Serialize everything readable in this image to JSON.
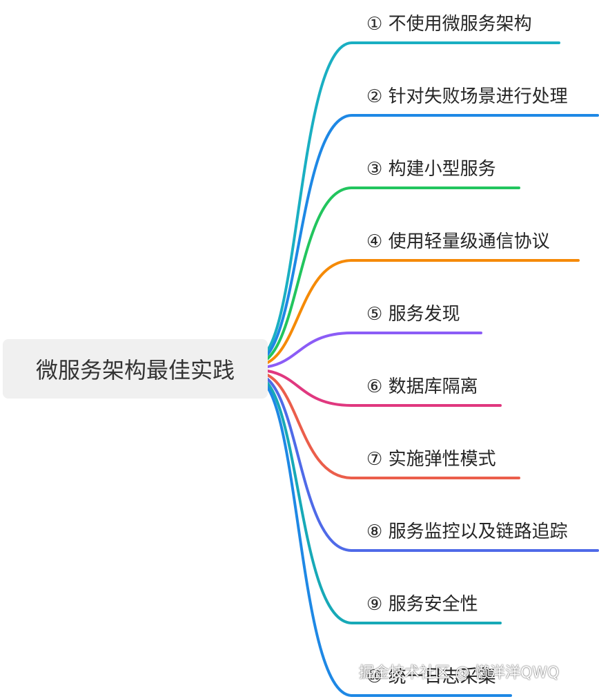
{
  "root": {
    "label": "微服务架构最佳实践"
  },
  "branches": [
    {
      "label": "① 不使用微服务架构",
      "color": "#1aafc2"
    },
    {
      "label": "② 针对失败场景进行处理",
      "color": "#1e88e5"
    },
    {
      "label": "③ 构建小型服务",
      "color": "#22c55e"
    },
    {
      "label": "④ 使用轻量级通信协议",
      "color": "#f58a07"
    },
    {
      "label": "⑤ 服务发现",
      "color": "#8b5cf6"
    },
    {
      "label": "⑥ 数据库隔离",
      "color": "#e0387f"
    },
    {
      "label": "⑦ 实施弹性模式",
      "color": "#eb5e4b"
    },
    {
      "label": "⑧ 服务监控以及链路追踪",
      "color": "#4f6ae8"
    },
    {
      "label": "⑨ 服务安全性",
      "color": "#17a9b7"
    },
    {
      "label": "⑩ 统一日志采集",
      "color": "#1e88e5"
    }
  ],
  "watermark": "掘金技术社区 @ 懒洋洋QWQ"
}
